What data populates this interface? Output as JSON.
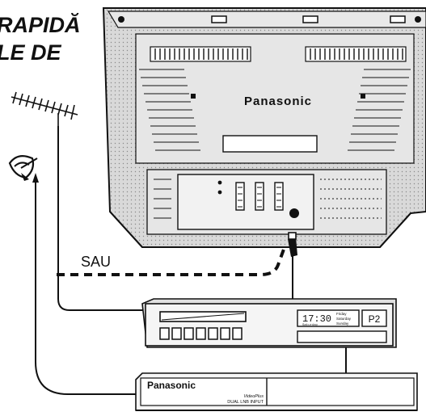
{
  "heading": {
    "line1": "RAPIDĂ",
    "line2": "LE DE"
  },
  "tv": {
    "brand": "Panasonic"
  },
  "labels": {
    "alt_connection": "SAU"
  },
  "vcr": {
    "clock_time": "17:30",
    "clock_sub": "Saturday",
    "day_lines": [
      "Friday",
      "Saturday",
      "Sunday"
    ],
    "program": "P2"
  },
  "decoder": {
    "brand": "Panasonic",
    "small_line1": "VideoPlus",
    "small_line2": "DUAL LNB INPUT"
  },
  "icons": {
    "antenna": "yagi-antenna-icon",
    "dish": "satellite-dish-icon",
    "plug": "rf-plug-icon"
  }
}
